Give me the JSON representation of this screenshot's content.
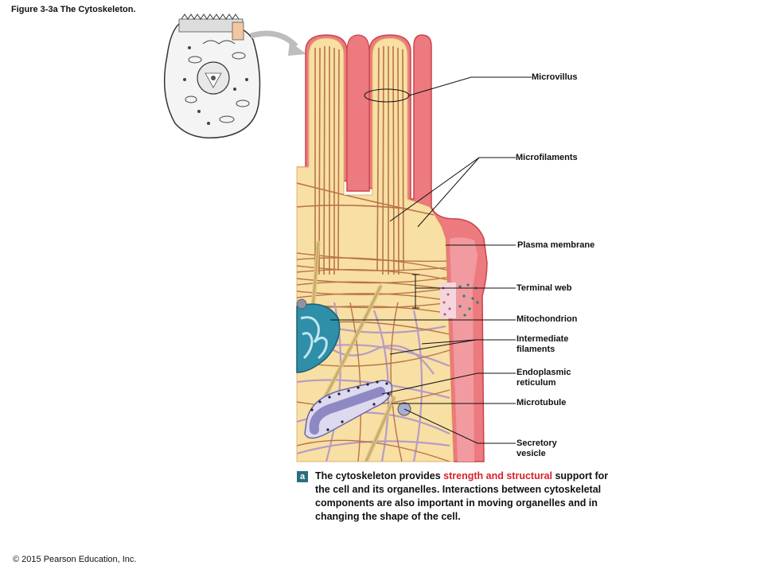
{
  "figure_title": "Figure 3-3a The Cytoskeleton.",
  "copyright": "© 2015 Pearson Education, Inc.",
  "labels": {
    "microvillus": "Microvillus",
    "microfilaments": "Microfilaments",
    "plasma_membrane": "Plasma membrane",
    "terminal_web": "Terminal web",
    "mitochondrion": "Mitochondrion",
    "intermediate_filaments_1": "Intermediate",
    "intermediate_filaments_2": "filaments",
    "endoplasmic_reticulum_1": "Endoplasmic",
    "endoplasmic_reticulum_2": "reticulum",
    "microtubule": "Microtubule",
    "secretory_vesicle_1": "Secretory",
    "secretory_vesicle_2": "vesicle"
  },
  "caption": {
    "badge": "a",
    "part1": "The cytoskeleton provides ",
    "highlight": "strength and structural",
    "part2": " support for the cell and its organelles. Interactions between cytoskeletal components are also important in moving organelles and in changing the shape of the cell."
  },
  "colors": {
    "cytoplasm": "#f8dfa4",
    "membrane": "#e8636a",
    "filament": "#b9744a",
    "intermediate": "#b79cc4",
    "mitochondrion": "#2f8ea8",
    "er": "#8e88c4",
    "highlight": "#d6222a"
  }
}
